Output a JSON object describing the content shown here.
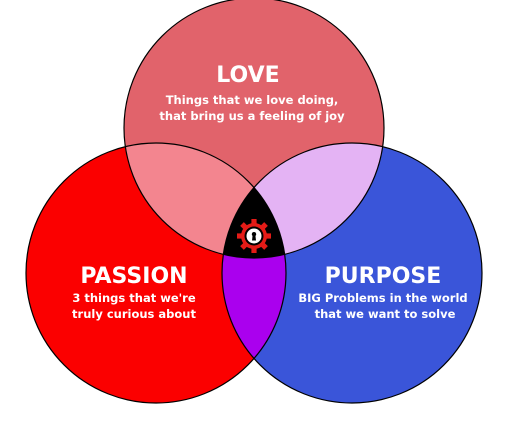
{
  "circles": {
    "love": {
      "title": "LOVE",
      "line1": "Things that we love doing,",
      "line2": "that bring us a feeling of joy",
      "color": "#e1636b"
    },
    "passion": {
      "title": "PASSION",
      "line1": "3 things that we're",
      "line2": "truly curious about",
      "color": "#fb0000"
    },
    "purpose": {
      "title": "PURPOSE",
      "line1": "BIG Problems in the world",
      "line2": "that we want to solve",
      "color": "#3a55d9"
    }
  },
  "overlaps": {
    "love_passion": "#f3858f",
    "love_purpose": "#e4b3f4",
    "passion_purpose": "#aa00ee",
    "center": "#000000"
  },
  "center_icon": {
    "name": "keyhole-gear-icon",
    "gear_color": "#e41b17"
  }
}
